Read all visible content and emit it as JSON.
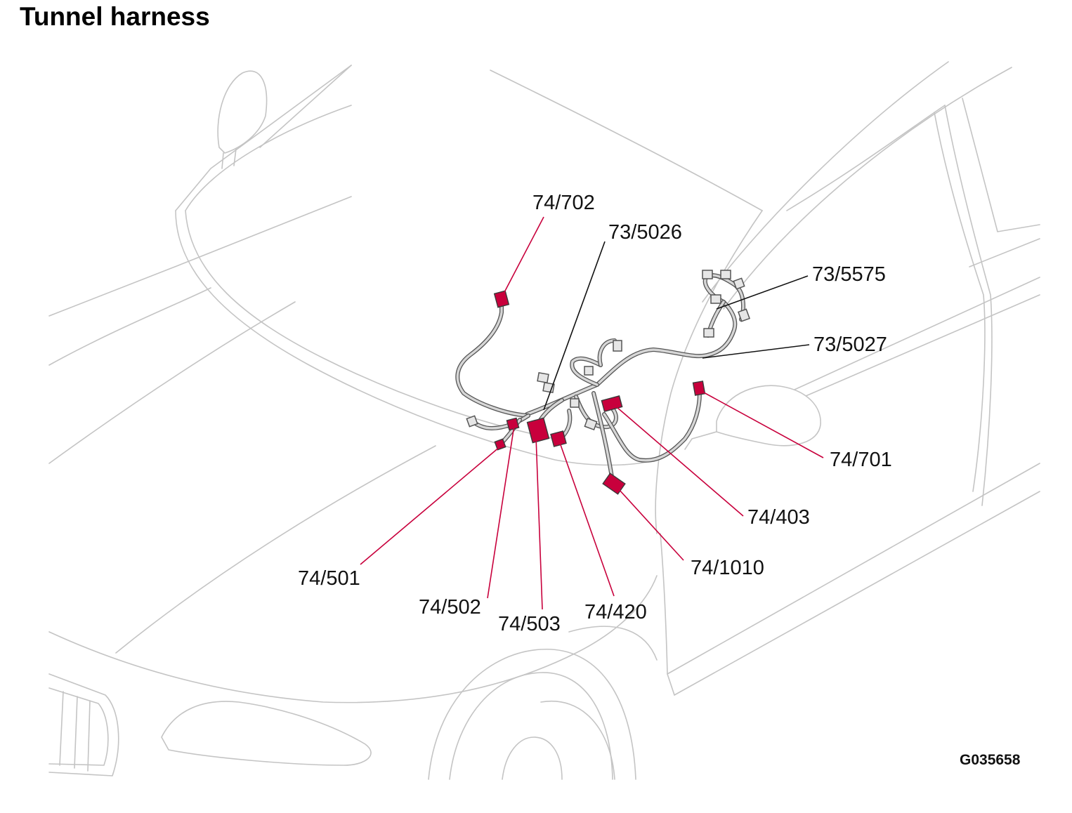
{
  "title": "Tunnel harness",
  "figure_code": "G035658",
  "colors": {
    "connector": "#c8003c",
    "leader_red": "#c8003c",
    "leader_black": "#111111",
    "outline": "#c4c4c4"
  },
  "callouts": [
    {
      "id": "c-74-702",
      "label": "74/702",
      "leader": "red"
    },
    {
      "id": "c-73-5026",
      "label": "73/5026",
      "leader": "black"
    },
    {
      "id": "c-73-5575",
      "label": "73/5575",
      "leader": "black"
    },
    {
      "id": "c-73-5027",
      "label": "73/5027",
      "leader": "black"
    },
    {
      "id": "c-74-701",
      "label": "74/701",
      "leader": "red"
    },
    {
      "id": "c-74-403",
      "label": "74/403",
      "leader": "red"
    },
    {
      "id": "c-74-1010",
      "label": "74/1010",
      "leader": "red"
    },
    {
      "id": "c-74-420",
      "label": "74/420",
      "leader": "red"
    },
    {
      "id": "c-74-503",
      "label": "74/503",
      "leader": "red"
    },
    {
      "id": "c-74-502",
      "label": "74/502",
      "leader": "red"
    },
    {
      "id": "c-74-501",
      "label": "74/501",
      "leader": "red"
    }
  ]
}
